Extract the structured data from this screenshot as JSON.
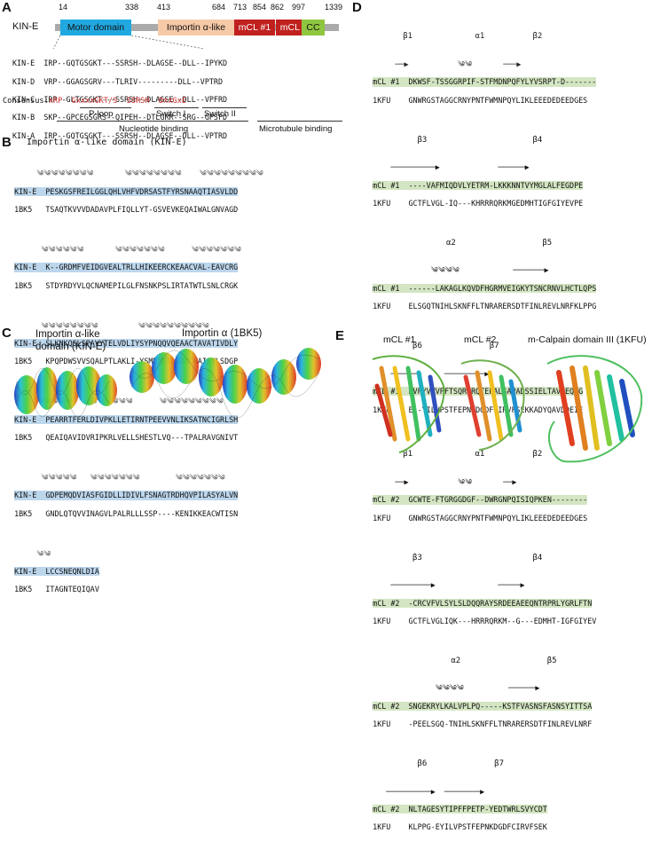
{
  "panel_a": {
    "letter": "A",
    "protein": "KIN-E",
    "ticks": [
      "14",
      "338",
      "413",
      "684",
      "713",
      "854",
      "862",
      "997",
      "1339"
    ],
    "domains": {
      "motor": "Motor domain",
      "importin": "Importin α-like",
      "mcl1": "mCL #1",
      "mcl2": "mCL #2",
      "cc": "CC"
    },
    "rows": [
      {
        "name": "KIN-E",
        "seq": "IRP--GQTGSGKT---SSRSH--DLAGSE--DLL--IPYKD"
      },
      {
        "name": "KIN-D",
        "seq": "VRP--GGAGSGRV---TLRIV---------DLL--VPTRD"
      },
      {
        "name": "KIN-C",
        "seq": "IRP--GLTGSGKT---SSRSH--DLAGSE--DLL--VPFRD"
      },
      {
        "name": "KIN-B",
        "seq": "SKP--GPCEGSGRS--QIPEH--DTLGRR--SRG--GPSFD"
      },
      {
        "name": "KIN-A",
        "seq": "IRP--GQTGSGKT---SSRSH--DLAGSE--DLL--VPTRD"
      }
    ],
    "consensus_label": "Consensus:",
    "consensus_parts": [
      "xRP",
      "GxxxxGKT/S",
      "SSRSH",
      "DxxGxE"
    ],
    "motif_labels": [
      "P-loop",
      "Switch I",
      "Switch II"
    ],
    "group_labels": [
      "Nucleotide binding",
      "Microtubule binding"
    ]
  },
  "panel_b": {
    "letter": "B",
    "title": "Importin α-like domain (KIN-E)",
    "blocks": [
      [
        "KIN-E  PESKGSFREILGGLQHLVHFVDRSASTFYRSNAAQTIASVLDD",
        "1BK5   TSAQTKVVVDADAVPLFIQLLYT-GSVEVKEQAIWALGNVAGD"
      ],
      [
        "KIN-E  K--GRDMFVEIDGVEALTRLLHIKEERCKEAACVAL-EAVCRG",
        "1BK5   STDYRDYVLQCNAMEPILGLFNSNKPSLIRTATWTLSNLCRGK"
      ],
      [
        "KIN-E  SLKNKQSLSPAVYTELVDLIYSYPNQQVQEAACTAVATIVDLY",
        "1BK5   KPQPDWSVVSQALPTLAKLI-YSMDTETLVDACWAISYLSDGP"
      ],
      [
        "KIN-E  PEARRTFERLDIVPKLLETIRNTPEEVVNLIKSATNCIGRLSH",
        "1BK5   QEAIQAVIDVRIPKRLVELLSHESTLVQ---TPALRAVGNIVT"
      ],
      [
        "KIN-E  GDPEMQDVIASFGIDLLIDIVLFSNAGTRDHQVPILASYALVN",
        "1BK5   GNDLQTQVVINAGVLPALRLLLSSP----KENIKKEACWTISN"
      ],
      [
        "KIN-E  LCCSNEQNLDIA",
        "1BK5   ITAGNTEQIQAV"
      ]
    ]
  },
  "panel_c": {
    "letter": "C",
    "left_title_1": "Importin α-like",
    "left_title_2": "domain (KIN-E)",
    "right_title": "Importin α (1BK5)"
  },
  "panel_d": {
    "letter": "D",
    "blocks": [
      {
        "labels": [
          "β1",
          "α1",
          "β2"
        ],
        "a": "mCL #1  DKWSF-TSSGGRPIF-STFMDNPQFYLYVSRPT-D-------",
        "b": "1KFU    GNWRGSTAGGCRNYPNTFWMNPQYLIKLEEEDEDEEDGES"
      },
      {
        "labels": [
          "β3",
          "β4"
        ],
        "a": "mCL #1  ----VAFMIQDVLYETRM-LKKKNNTVYMGLALFEGDPE",
        "b": "1KFU    GCTFLVGL-IQ---KHRRRQRKMGEDMHTIGFGIYEVPE"
      },
      {
        "labels": [
          "α2",
          "β5"
        ],
        "a": "mCL #1  ------LAKAGLKQVDFHGRMVEIGKYTSNCRNVLHCTLQPS",
        "b": "1KFU    ELSGQTNIHLSKNFFLTNRARERSDTFINLREVLNRFKLPPG"
      },
      {
        "labels": [
          "β6",
          "β7"
        ],
        "a": "mCL #1  EVPYVVVPFTSQRGRQTEFALSAPADSSIELTAVPEQVG",
        "b": "1KFU    E--YILVPSTFEPNKDGDFCIRVFSEKKADYQAVDDEIE"
      },
      {
        "labels": [
          "β1",
          "α1",
          "β2"
        ],
        "a": "mCL #2  GCWTE-FTGRGGDGF--DWRGNPQISIQPKEN--------",
        "b": "1KFU    GNWRGSTAGGCRNYPNTFWMNPQYLIKLEEEDEDEEDGES"
      },
      {
        "labels": [
          "β3",
          "β4"
        ],
        "a": "mCL #2  -CRCVFVLSYLSLDQQRAYSRDEEAEEQNTRPRLYGRLFTN",
        "b": "1KFU    GCTFLVGLIQK---HRRRQRKM--G---EDMHT-IGFGIYEV"
      },
      {
        "labels": [
          "α2",
          "β5"
        ],
        "a": "mCL #2  SNGEKRYLKALVPLPQ-----KSTFVASNSFASNSYITTSA",
        "b": "1KFU    -PEELSGQ-TNIHLSKNFFLTNRARERSDTFINLREVLNRF"
      },
      {
        "labels": [
          "β6",
          "β7"
        ],
        "a": "mCL #2  NLTAGESYTIPFFPETP-YEDTWRLSVYCDT",
        "b": "1KFU    KLPPG-EYILVPSTFEPNKDGDFCIRVFSEK"
      }
    ]
  },
  "panel_e": {
    "letter": "E",
    "titles": [
      "mCL #1",
      "mCL #2",
      "m-Calpain domain III (1KFU)"
    ]
  }
}
